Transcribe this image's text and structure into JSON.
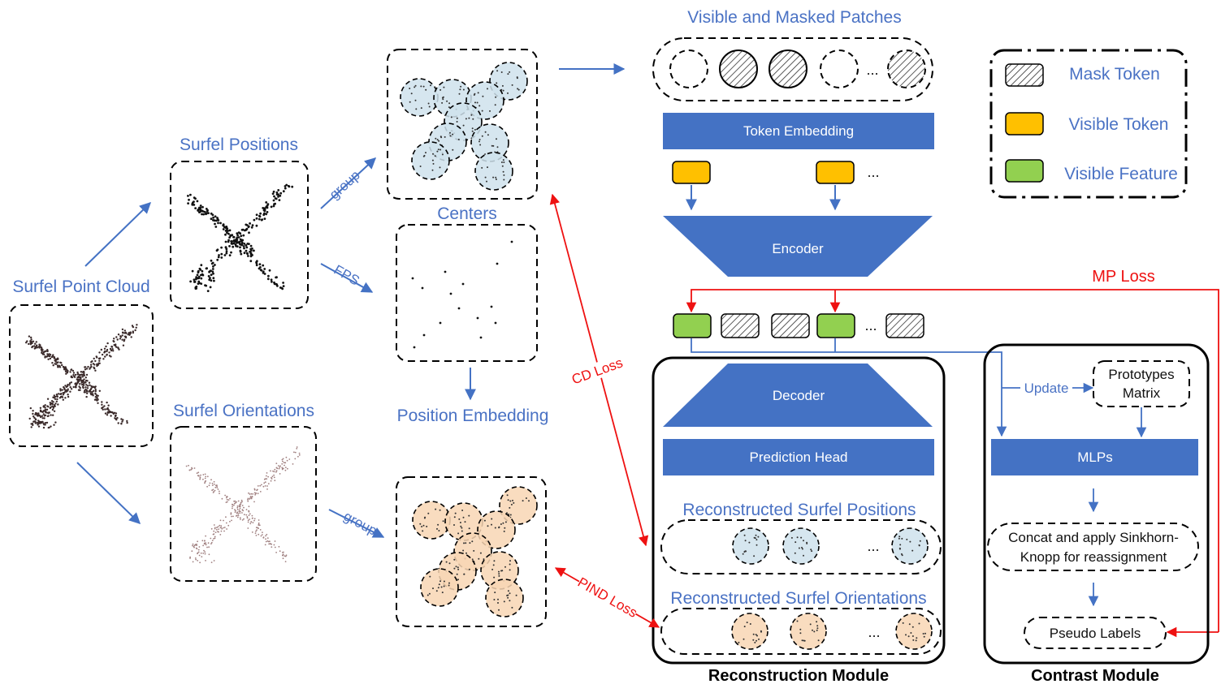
{
  "colors": {
    "blue_text": "#4a72c4",
    "block_fill": "#4472c4",
    "red_arrow": "#ee1111",
    "visible_token": "#ffc000",
    "visible_feature": "#92d050",
    "patch_blue": "#cfe2ec",
    "patch_orange": "#f8d6b4"
  },
  "input": {
    "surfel_point_cloud": "Surfel Point Cloud",
    "surfel_positions": "Surfel Positions",
    "surfel_orientations": "Surfel Orientations"
  },
  "edges": {
    "group": "group",
    "fps": "FPS",
    "group_lower": "group",
    "update": "Update"
  },
  "middle": {
    "centers": "Centers",
    "position_embedding": "Position Embedding"
  },
  "top": {
    "visible_masked_patches": "Visible and Masked Patches",
    "ellipsis": "..."
  },
  "blocks": {
    "token_embedding": "Token Embedding",
    "encoder": "Encoder",
    "decoder": "Decoder",
    "prediction_head": "Prediction Head",
    "mlps": "MLPs"
  },
  "legend": {
    "mask_token": "Mask Token",
    "visible_token": "Visible Token",
    "visible_feature": "Visible Feature"
  },
  "losses": {
    "mp_loss": "MP Loss",
    "cd_loss": "CD Loss",
    "pind_loss": "PIND Loss"
  },
  "reconstruction": {
    "title": "Reconstruction Module",
    "rec_positions": "Reconstructed Surfel Positions",
    "rec_orientations": "Reconstructed Surfel Orientations"
  },
  "contrast": {
    "title": "Contrast Module",
    "prototypes_line1": "Prototypes",
    "prototypes_line2": "Matrix",
    "sinkhorn_line1": "Concat and apply Sinkhorn-",
    "sinkhorn_line2": "Knopp for reassignment",
    "pseudo_labels": "Pseudo Labels"
  }
}
